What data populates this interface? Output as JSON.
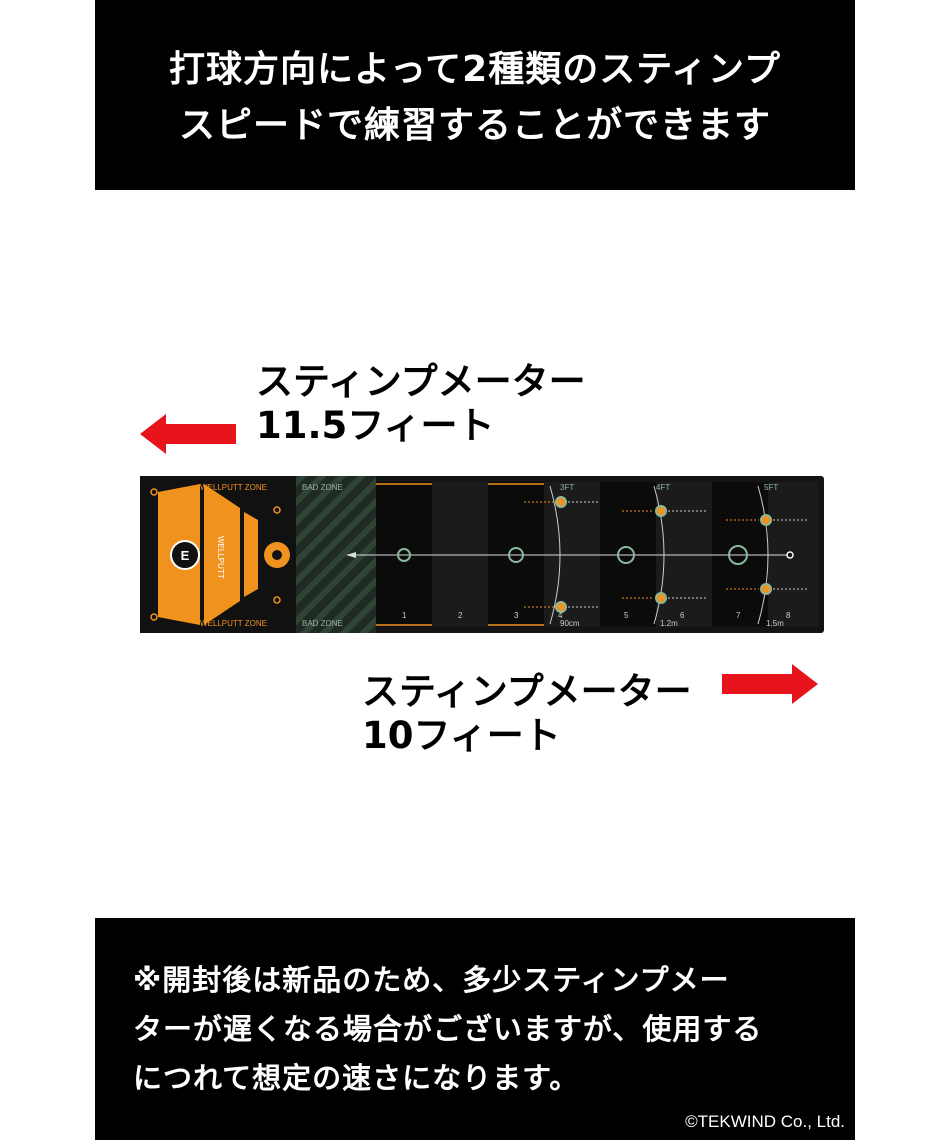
{
  "header": {
    "line1": "打球方向によって2種類のスティンプ",
    "line2": "スピードで練習することができます"
  },
  "left_label": {
    "line1": "スティンプメーター",
    "line2": "11.5フィート"
  },
  "right_label": {
    "line1": "スティンプメーター",
    "line2": "10フィート"
  },
  "mat": {
    "zone_good": "WELLPUTT ZONE",
    "zone_bad": "BAD ZONE",
    "brand_vertical": "WELLPUTT",
    "section_numbers": [
      "1",
      "2",
      "3",
      "4",
      "5",
      "6",
      "7",
      "8"
    ],
    "ft_markers": [
      "3FT",
      "4FT",
      "5FT"
    ],
    "distance_marks": [
      "90cm",
      "1.2m",
      "1.5m"
    ]
  },
  "footer": {
    "line1": "※開封後は新品のため、多少スティンプメー",
    "line2": "ターが遅くなる場合がございますが、使用する",
    "line3": "につれて想定の速さになります。",
    "copyright": "©TEKWIND Co., Ltd."
  },
  "colors": {
    "arrow_red": "#e8141b",
    "mat_orange": "#f0921e",
    "mat_dark": "#141414"
  }
}
